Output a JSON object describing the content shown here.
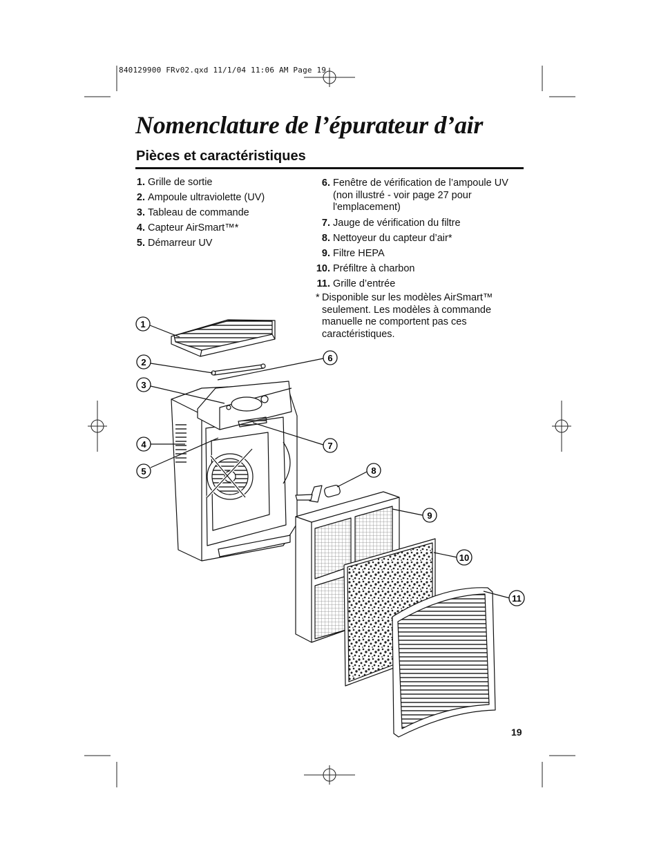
{
  "slug": "840129900 FRv02.qxd  11/1/04  11:06 AM  Page 19",
  "title": "Nomenclature de l’épurateur d’air",
  "subtitle": "Pièces et caractéristiques",
  "parts_left": [
    {
      "num": "1.",
      "label": "Grille de sortie"
    },
    {
      "num": "2.",
      "label": "Ampoule ultraviolette (UV)"
    },
    {
      "num": "3.",
      "label": "Tableau de commande"
    },
    {
      "num": "4.",
      "label": "Capteur AirSmart™*"
    },
    {
      "num": "5.",
      "label": "Démarreur UV"
    }
  ],
  "parts_right": [
    {
      "num": "6.",
      "label": "Fenêtre de vérification de l’ampoule UV (non illustré - voir page 27 pour l'emplacement)"
    },
    {
      "num": "7.",
      "label": "Jauge de vérification du filtre"
    },
    {
      "num": "8.",
      "label": "Nettoyeur du capteur d’air*"
    },
    {
      "num": "9.",
      "label": "Filtre HEPA"
    },
    {
      "num": "10.",
      "label": "Préfiltre à charbon"
    },
    {
      "num": "11.",
      "label": "Grille d’entrée"
    }
  ],
  "footnote": {
    "star": "*",
    "text": "Disponible sur les modèles AirSmart™ seulement. Les modèles à commande manuelle ne comportent pas ces caractéristiques."
  },
  "callouts": [
    "1",
    "2",
    "3",
    "4",
    "5",
    "6",
    "7",
    "8",
    "9",
    "10",
    "11"
  ],
  "page_number": "19"
}
